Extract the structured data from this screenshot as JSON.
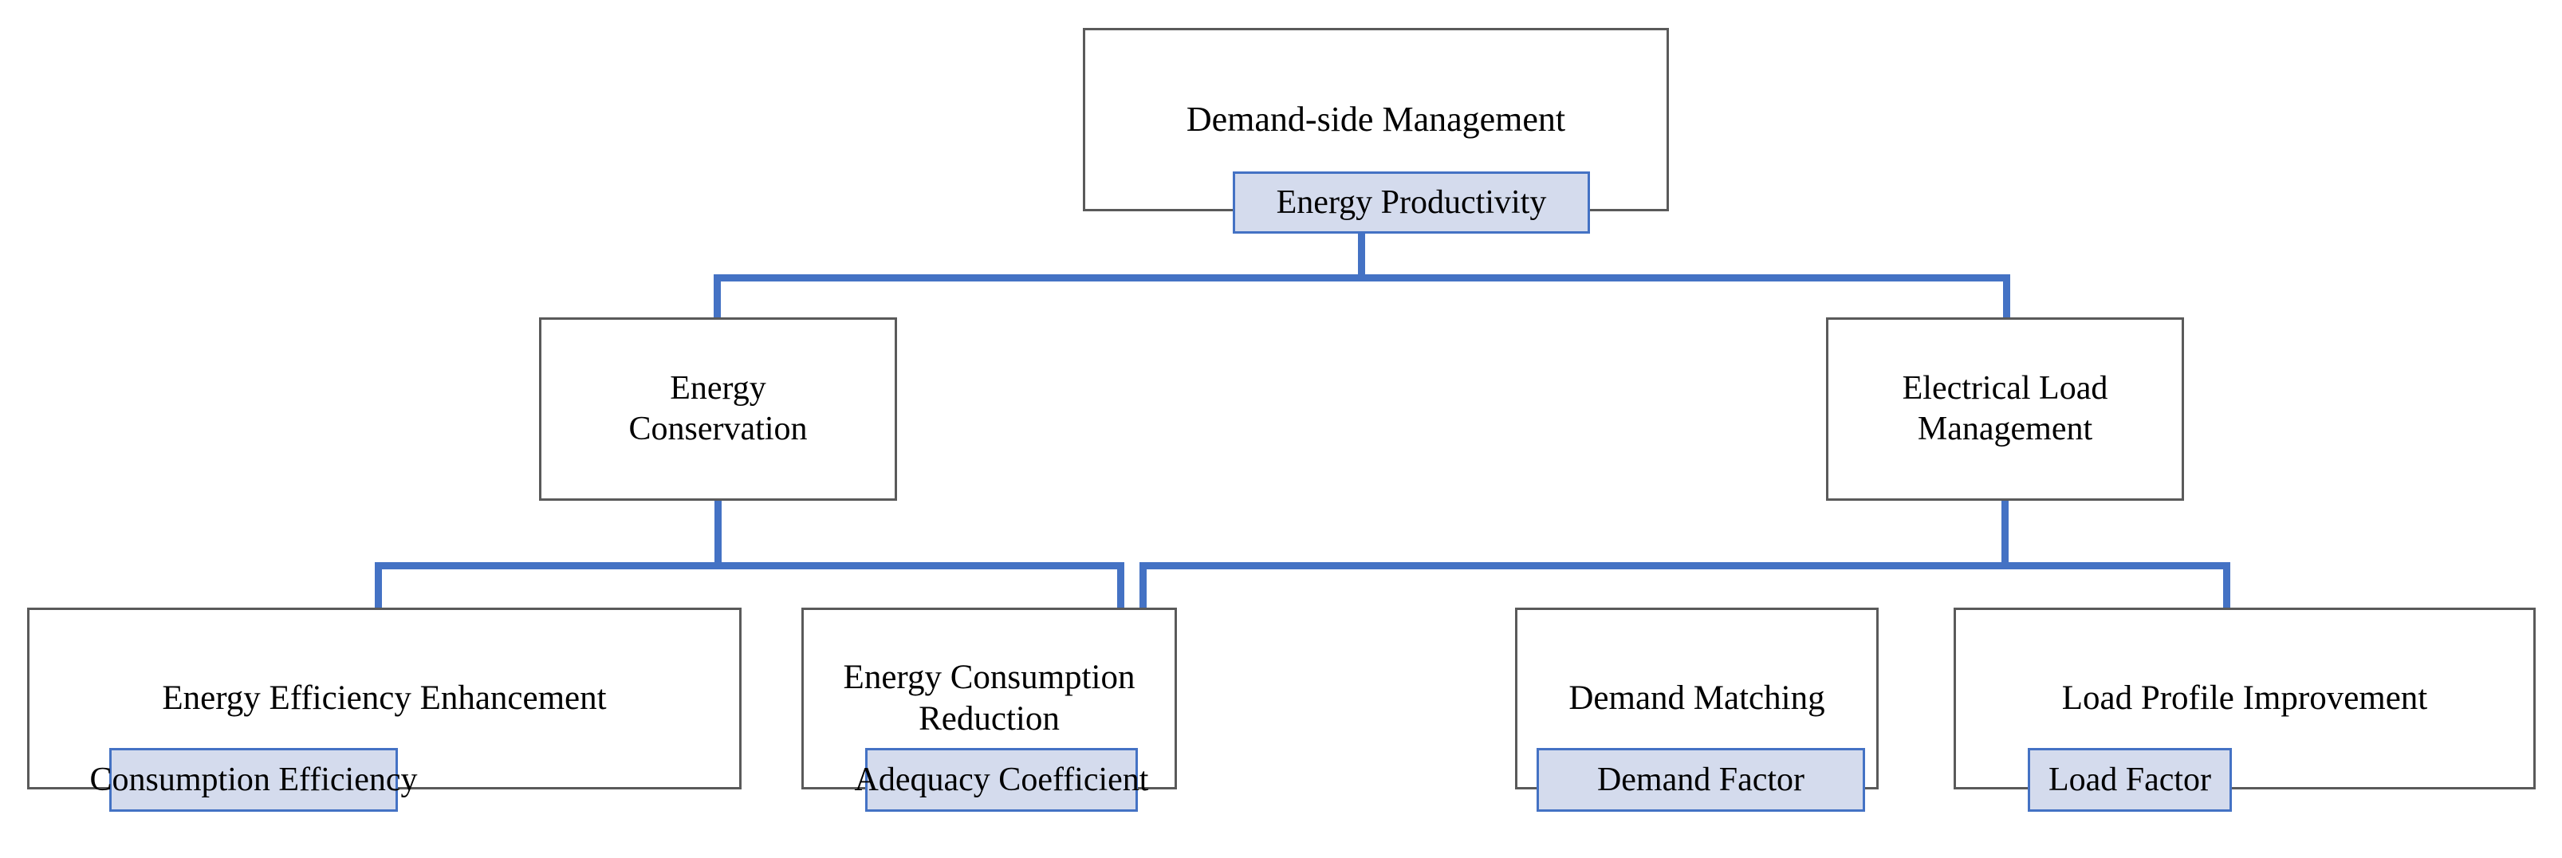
{
  "diagram": {
    "title": "Demand-side Management hierarchy",
    "colors": {
      "node_border": "#5a5a5a",
      "node_fill": "#ffffff",
      "badge_border": "#4472c4",
      "badge_fill": "#d4dbed",
      "connector": "#4472c4",
      "text": "#000000",
      "background": "#ffffff"
    },
    "root": {
      "label": "Demand-side Management",
      "badge": "Energy Productivity"
    },
    "level2": [
      {
        "label": "Energy\nConservation"
      },
      {
        "label": "Electrical Load\nManagement"
      }
    ],
    "leaves": [
      {
        "label": "Energy Efficiency Enhancement",
        "badge": "Consumption Efficiency",
        "parent": "Energy Conservation"
      },
      {
        "label": "Energy Consumption Reduction",
        "badge": "Adequacy Coefficient",
        "parent": "Energy Conservation"
      },
      {
        "label": "Demand Matching",
        "badge": "Demand Factor",
        "parent": "Electrical Load Management"
      },
      {
        "label": "Load Profile Improvement",
        "badge": "Load Factor",
        "parent": "Electrical Load Management"
      }
    ]
  }
}
